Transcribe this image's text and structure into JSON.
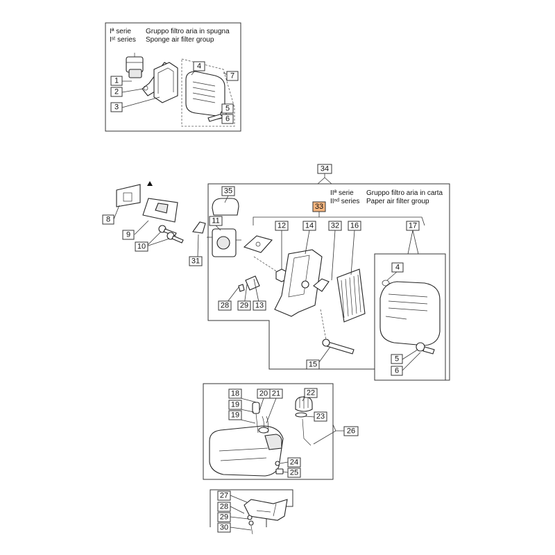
{
  "colors": {
    "highlight": "#f5b57e",
    "line": "#333333"
  },
  "group1": {
    "series_it": "Iª serie",
    "series_en": "Iˢᵗ series",
    "title_it": "Gruppo filtro aria in spugna",
    "title_en": "Sponge air filter group"
  },
  "group2": {
    "series_it": "IIª serie",
    "series_en": "IIⁿᵈ series",
    "title_it": "Gruppo filtro aria in carta",
    "title_en": "Paper air filter group"
  },
  "callouts": {
    "g1_1": "1",
    "g1_2": "2",
    "g1_3": "3",
    "g1_4": "4",
    "g1_5": "5",
    "g1_6": "6",
    "g1_7": "7",
    "c34": "34",
    "c35": "35",
    "c33": "33",
    "c8": "8",
    "c9": "9",
    "c10": "10",
    "c31": "31",
    "c11": "11",
    "c12": "12",
    "c14": "14",
    "c32": "32",
    "c16": "16",
    "c17": "17",
    "c4b": "4",
    "c28": "28",
    "c29": "29",
    "c13": "13",
    "c15": "15",
    "c5b": "5",
    "c6b": "6",
    "c18": "18",
    "c20": "20",
    "c21": "21",
    "c19a": "19",
    "c19b": "19",
    "c22": "22",
    "c23": "23",
    "c26": "26",
    "c24": "24",
    "c25": "25",
    "c27": "27",
    "c28b": "28",
    "c29b": "29",
    "c30": "30"
  }
}
